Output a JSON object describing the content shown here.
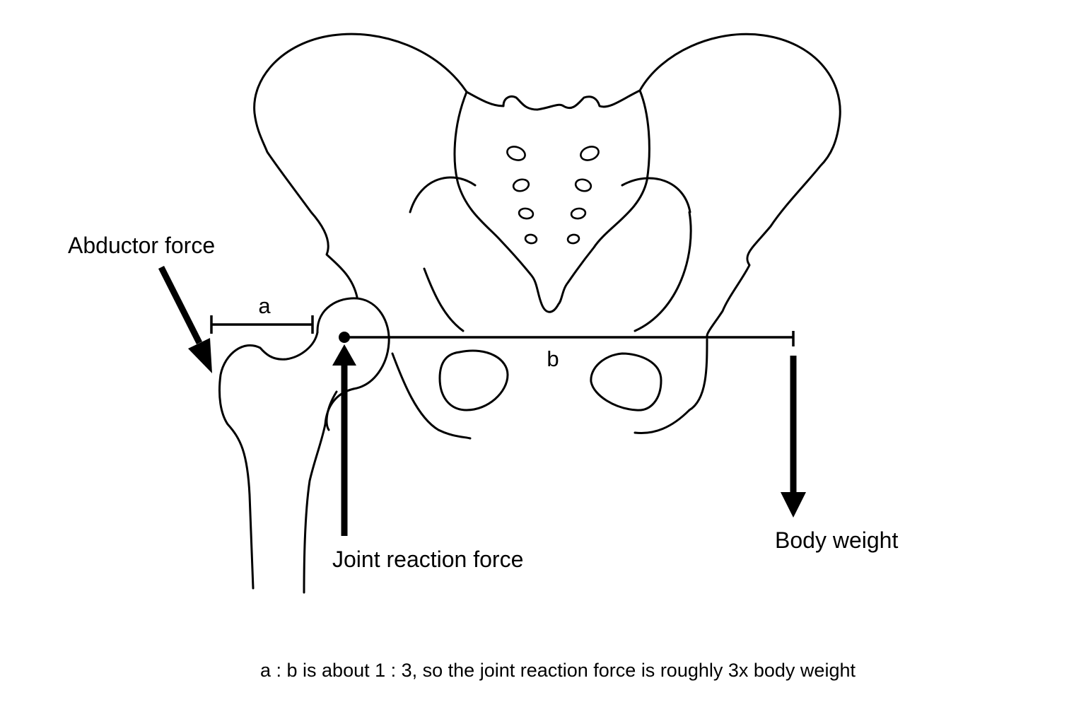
{
  "labels": {
    "abductor_force": "Abductor force",
    "joint_reaction_force": "Joint reaction force",
    "body_weight": "Body weight",
    "lever_arm_a": "a",
    "lever_arm_b": "b"
  },
  "caption": "a : b is about 1 : 3, so the joint reaction force is roughly 3x body weight",
  "colors": {
    "line": "#000000",
    "background": "#ffffff"
  }
}
